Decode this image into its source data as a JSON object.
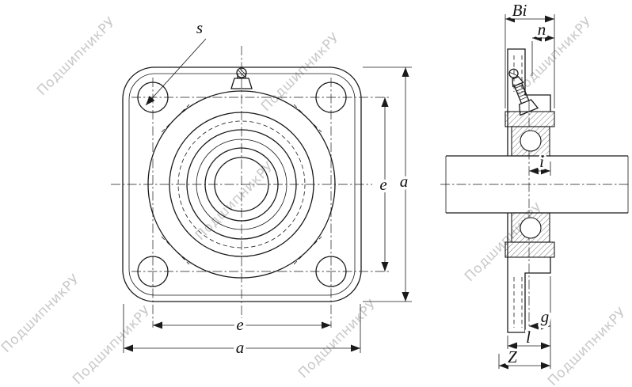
{
  "watermark": {
    "text": "ПодшипникРУ"
  },
  "front_view": {
    "dim_s": "s",
    "dim_e_right": "e",
    "dim_a_right": "a",
    "dim_e_bottom": "e",
    "dim_a_bottom": "a"
  },
  "side_view": {
    "dim_Bi": "Bi",
    "dim_n": "n",
    "dim_i": "i",
    "dim_g": "g",
    "dim_l": "l",
    "dim_Z": "Z"
  }
}
